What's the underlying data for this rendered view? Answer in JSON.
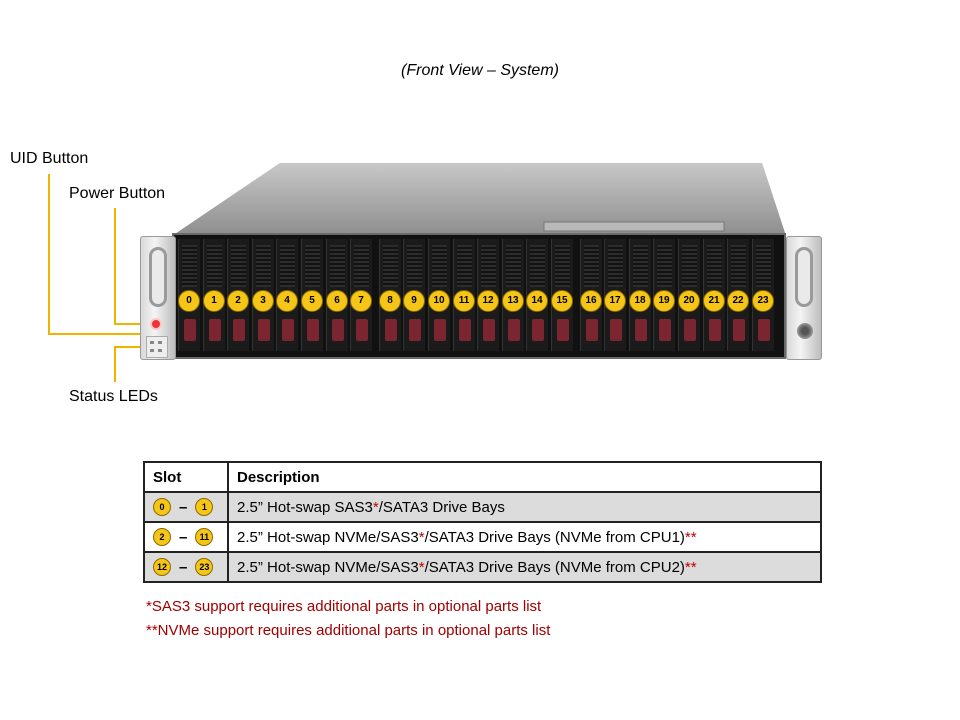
{
  "caption": "(Front View – System)",
  "callouts": {
    "uid_button": "UID Button",
    "power_button": "Power Button",
    "status_leds": "Status LEDs"
  },
  "colors": {
    "callout_line": "#f0b400",
    "bay_badge": "#f5c518",
    "note_red": "#c00000",
    "row_shade": "#dcdcdc"
  },
  "bays": [
    "0",
    "1",
    "2",
    "3",
    "4",
    "5",
    "6",
    "7",
    "8",
    "9",
    "10",
    "11",
    "12",
    "13",
    "14",
    "15",
    "16",
    "17",
    "18",
    "19",
    "20",
    "21",
    "22",
    "23"
  ],
  "table": {
    "headers": {
      "slot": "Slot",
      "description": "Description"
    },
    "rows": [
      {
        "from": "0",
        "dash": "–",
        "to": "1",
        "text_before": "2.5” Hot-swap SAS3",
        "star": "*",
        "text_after": "/SATA3 Drive Bays",
        "double_star": ""
      },
      {
        "from": "2",
        "dash": "–",
        "to": "11",
        "text_before": "2.5” Hot-swap NVMe/SAS3",
        "star": "*",
        "text_after": "/SATA3 Drive Bays (NVMe from CPU1)",
        "double_star": "**"
      },
      {
        "from": "12",
        "dash": "–",
        "to": "23",
        "text_before": "2.5” Hot-swap NVMe/SAS3",
        "star": "*",
        "text_after": "/SATA3 Drive Bays (NVMe from CPU2)",
        "double_star": "**"
      }
    ]
  },
  "notes": {
    "sas3": "*SAS3 support requires additional parts in optional parts list",
    "nvme": "**NVMe support requires additional parts in optional parts list"
  }
}
